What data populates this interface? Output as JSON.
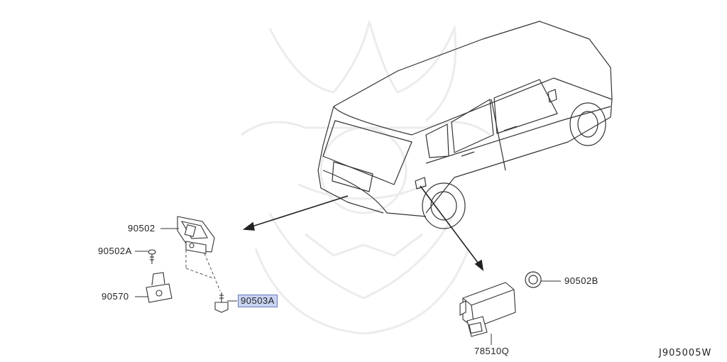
{
  "diagram_code": "J905005W",
  "parts": {
    "p90502": "90502",
    "p90502a": "90502A",
    "p90570": "90570",
    "p90503a": "90503A",
    "p90502b": "90502B",
    "p78510q": "78510Q"
  },
  "highlight_color": "#c9d4f2"
}
